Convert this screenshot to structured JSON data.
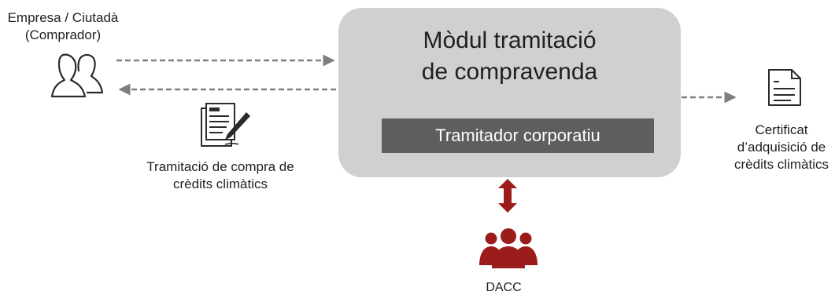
{
  "buyer": {
    "line1": "Empresa / Ciutadà",
    "line2": "(Comprador)"
  },
  "module": {
    "title_line1": "Mòdul tramitació",
    "title_line2": "de compravenda",
    "inner_bar": "Tramitador corporatiu"
  },
  "form": {
    "line1": "Tramitació de compra de",
    "line2": "crèdits climàtics"
  },
  "certificate": {
    "line1": "Certificat",
    "line2": "d’adquisició de",
    "line3": "crèdits climàtics"
  },
  "dacc": {
    "label": "DACC"
  },
  "colors": {
    "module_fill": "#d0d0d0",
    "bar_fill": "#5e5e5e",
    "arrow_gray": "#7f7f7f",
    "dacc_red": "#9c1c1c"
  }
}
